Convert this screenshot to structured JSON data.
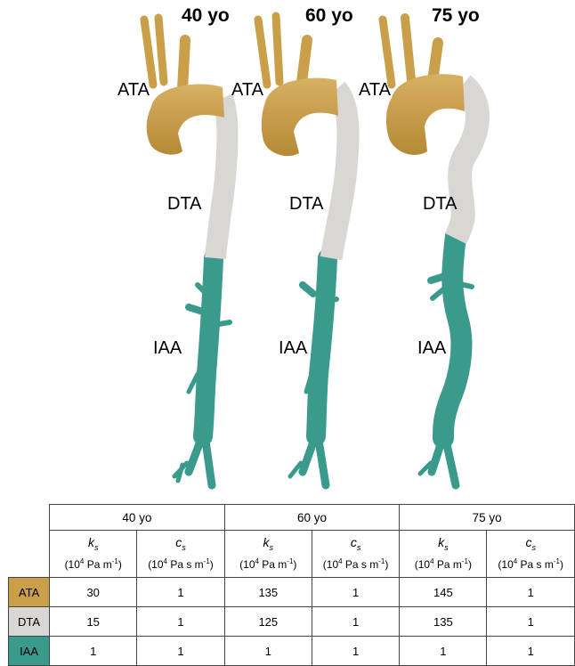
{
  "figure": {
    "ages": [
      {
        "title": "40 yo",
        "ata": "ATA",
        "dta": "DTA",
        "iaa": "IAA"
      },
      {
        "title": "60 yo",
        "ata": "ATA",
        "dta": "DTA",
        "iaa": "IAA"
      },
      {
        "title": "75 yo",
        "ata": "ATA",
        "dta": "DTA",
        "iaa": "IAA"
      }
    ],
    "colors": {
      "ATA": "#c9a049",
      "DTA": "#d9d7d3",
      "IAA": "#3a9a8c"
    }
  },
  "table": {
    "ages": [
      "40 yo",
      "60 yo",
      "75 yo"
    ],
    "ks_symbol": "k",
    "ks_sub": "s",
    "cs_symbol": "c",
    "cs_sub": "s",
    "ks_unit_pre": "(10",
    "ks_unit_exp": "4",
    "ks_unit_post": " Pa m",
    "ks_unit_exp2": "-1",
    "ks_unit_close": ")",
    "cs_unit_pre": "(10",
    "cs_unit_exp": "4",
    "cs_unit_post": " Pa s m",
    "cs_unit_exp2": "-1",
    "cs_unit_close": ")",
    "rows": [
      {
        "segment": "ATA",
        "values": [
          "30",
          "1",
          "135",
          "1",
          "145",
          "1"
        ],
        "color": "#c9a049"
      },
      {
        "segment": "DTA",
        "values": [
          "15",
          "1",
          "125",
          "1",
          "135",
          "1"
        ],
        "color": "#d9d7d3"
      },
      {
        "segment": "IAA",
        "values": [
          "1",
          "1",
          "1",
          "1",
          "1",
          "1"
        ],
        "color": "#3a9a8c"
      }
    ]
  }
}
